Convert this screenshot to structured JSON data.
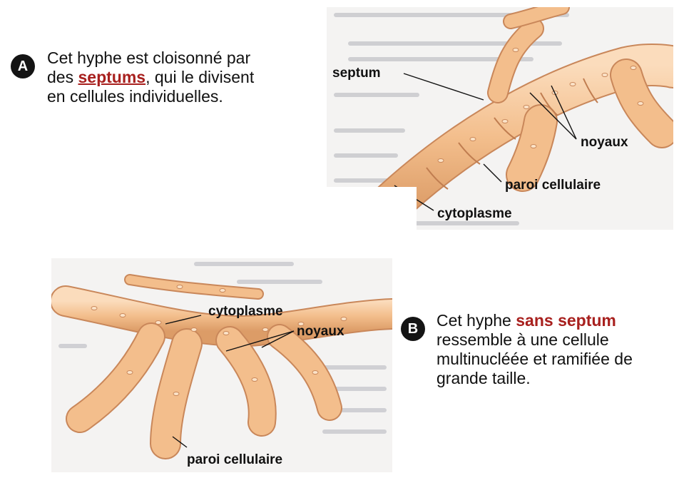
{
  "section_a": {
    "badge": "A",
    "line1": "Cet hyphe est cloisonné par",
    "line2_prefix": "des ",
    "line2_highlight": "septums",
    "line2_suffix": ", qui le divisent",
    "line3": "en cellules individuelles."
  },
  "section_b": {
    "badge": "B",
    "line1_prefix": "Cet hyphe ",
    "line1_highlight": "sans septum",
    "line2": "ressemble à une cellule",
    "line3": "multinucléée et ramifiée de",
    "line4": "grande taille."
  },
  "diagram_a": {
    "labels": {
      "septum": "septum",
      "noyaux": "noyaux",
      "paroi": "paroi cellulaire",
      "cytoplasme": "cytoplasme"
    }
  },
  "diagram_b": {
    "labels": {
      "cytoplasme": "cytoplasme",
      "noyaux": "noyaux",
      "paroi": "paroi cellulaire"
    }
  },
  "colors": {
    "highlight": "#a8201e",
    "hypha_fill": "#f3be8c",
    "hypha_edge": "#c9875a",
    "hypha_light": "#fbdcbc"
  }
}
